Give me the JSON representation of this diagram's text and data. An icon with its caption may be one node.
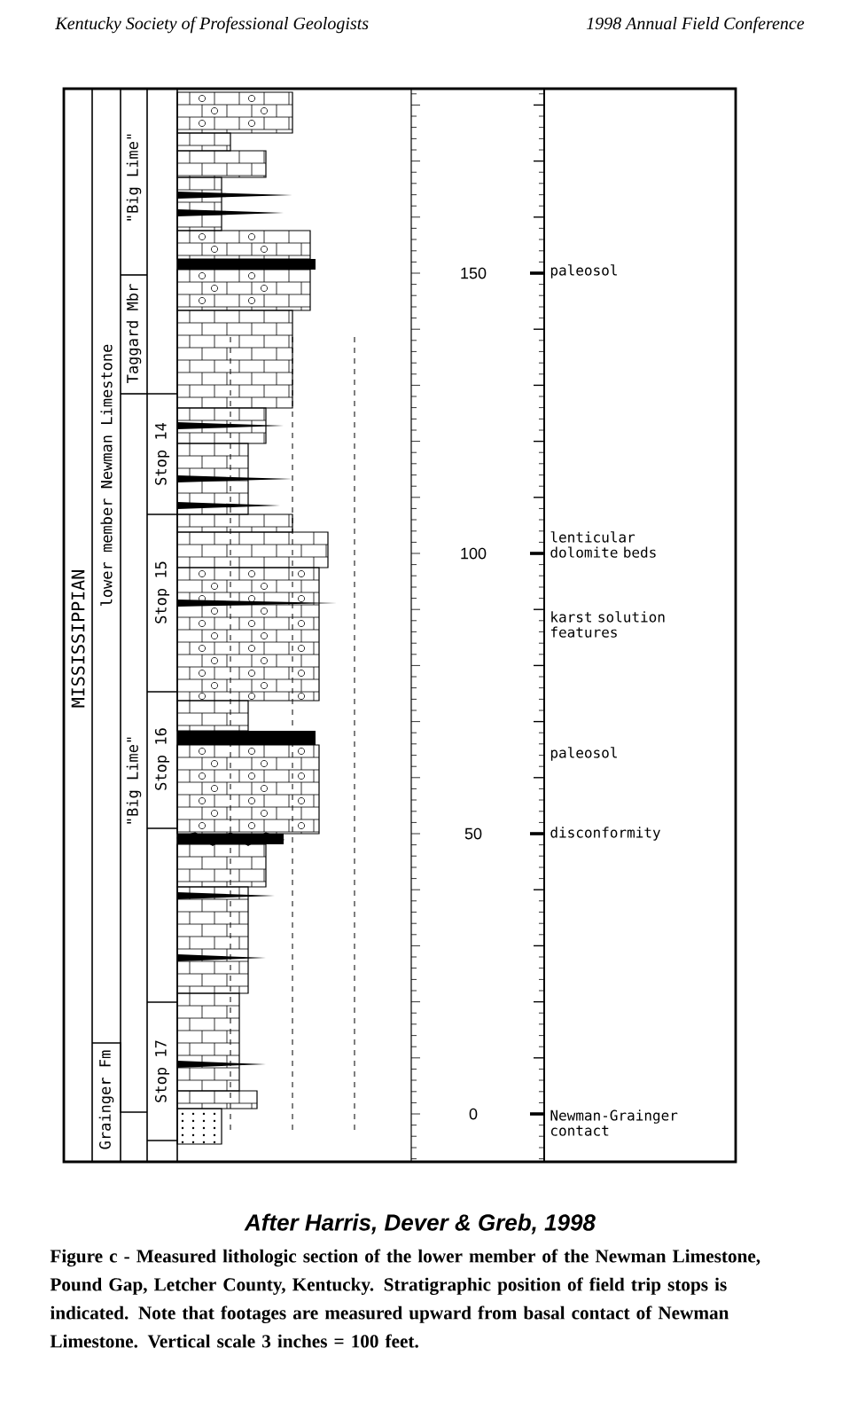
{
  "diagram": {
    "title": "After Harris, Dever & Greb, 1998",
    "caption": "Figure c - Measured lithologic section of the lower member of the Newman Limestone, Pound Gap, Letcher County, Kentucky. Stratigraphic position of field trip stops is indicated. Note that footages are measured upward from basal contact of Newman Limestone. Vertical scale 3 inches = 100 feet.",
    "labels": [
      "Kentucky Society of Professional Geologists",
      "1998 Annual Field Conference",
      "MISSISSIPPIAN",
      "lower member Newman Limestone",
      "\"Big Lime\"",
      "Taggard Mbr",
      "Stop 14",
      "Stop 15",
      "Stop 16",
      "\"Big Lime\"",
      "Stop 17",
      "Grainger Fm",
      "150",
      "paleosol",
      "100",
      "lenticular dolomite beds",
      "karst solution features",
      "paleosol",
      "50",
      "disconformity",
      "0",
      "Newman-Grainger contact"
    ]
  }
}
